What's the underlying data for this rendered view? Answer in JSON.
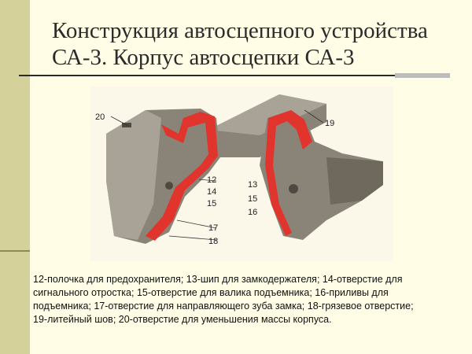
{
  "title": {
    "line1": "Конструкция автосцепного устройства",
    "line2": "СА-3. Корпус автосцепки СА-3"
  },
  "figure": {
    "labels": {
      "l20": "20",
      "l19": "19",
      "l12": "12",
      "l14": "14",
      "l15a": "15",
      "l13": "13",
      "l15b": "15",
      "l16": "16",
      "l17": "17",
      "l18": "18"
    },
    "colors": {
      "body": "#8a8478",
      "body_dark": "#6e685d",
      "body_light": "#a9a397",
      "section": "#e0342c"
    }
  },
  "caption": {
    "line1": "12-полочка для предохранителя; 13-шип для замкодержателя; 14-отверстие для",
    "line2": "сигнального отростка; 15-отверстие для валика подъемника; 16-приливы для",
    "line3": "подъемника; 17-отверстие для направляющего зуба замка; 18-грязевое отверстие;",
    "line4": "19-литейный шов; 20-отверстие для уменьшения массы корпуса."
  }
}
